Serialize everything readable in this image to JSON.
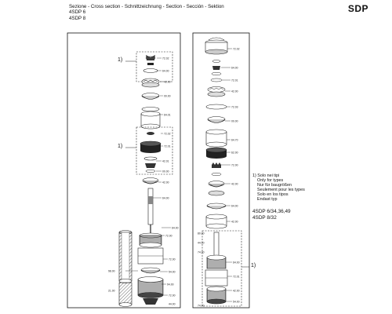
{
  "header": {
    "line1": "Sezione - Cross section - Schnittzeichnung - Section - Sección - Sektion",
    "line2": "4SDP 6",
    "line3": "4SDP 8"
  },
  "brand": "SDP",
  "footnote_marks": [
    "1)",
    "1)",
    "1)"
  ],
  "note": {
    "lines": [
      "1) Solo nei tipi",
      "Only for types",
      "Nur für baugrößen",
      "Seulement pour les types",
      "Solo en los tipos",
      "Endast typ"
    ]
  },
  "models": [
    "4SDP 6/34,36,49",
    "4SDP 8/32"
  ],
  "part_labels_left": [
    "72.02",
    "64.00",
    "42.00",
    "00.00",
    "64.01",
    "72.02",
    "72.01",
    "42.01",
    "00.00",
    "42.00",
    "64.00",
    "64.00",
    "72.00",
    "72.00",
    "54.00",
    "94.00",
    "72.00",
    "98.00",
    "21.00",
    "44.00"
  ],
  "part_labels_right": [
    "72.02",
    "64.00",
    "72.01",
    "42.00",
    "72.03",
    "00.00",
    "64.70",
    "62.00",
    "72.00",
    "42.00",
    "64.00",
    "42.00",
    "64.00",
    "72.01",
    "42.00",
    "54.00",
    "80.00",
    "44.00",
    "74.00",
    "74.00"
  ]
}
